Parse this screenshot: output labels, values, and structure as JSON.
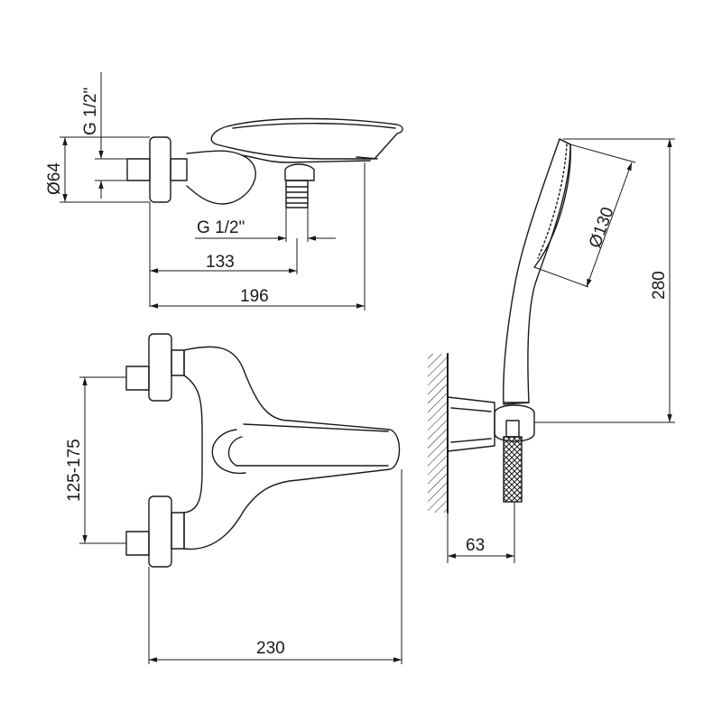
{
  "dimensions": {
    "g_half_vertical": "G 1/2\"",
    "diameter_64": "Ø64",
    "g_half_horizontal": "G 1/2\"",
    "d133": "133",
    "d196": "196",
    "d125_175": "125-175",
    "d230": "230",
    "d130": "Ø130",
    "d280": "280",
    "d63": "63"
  }
}
